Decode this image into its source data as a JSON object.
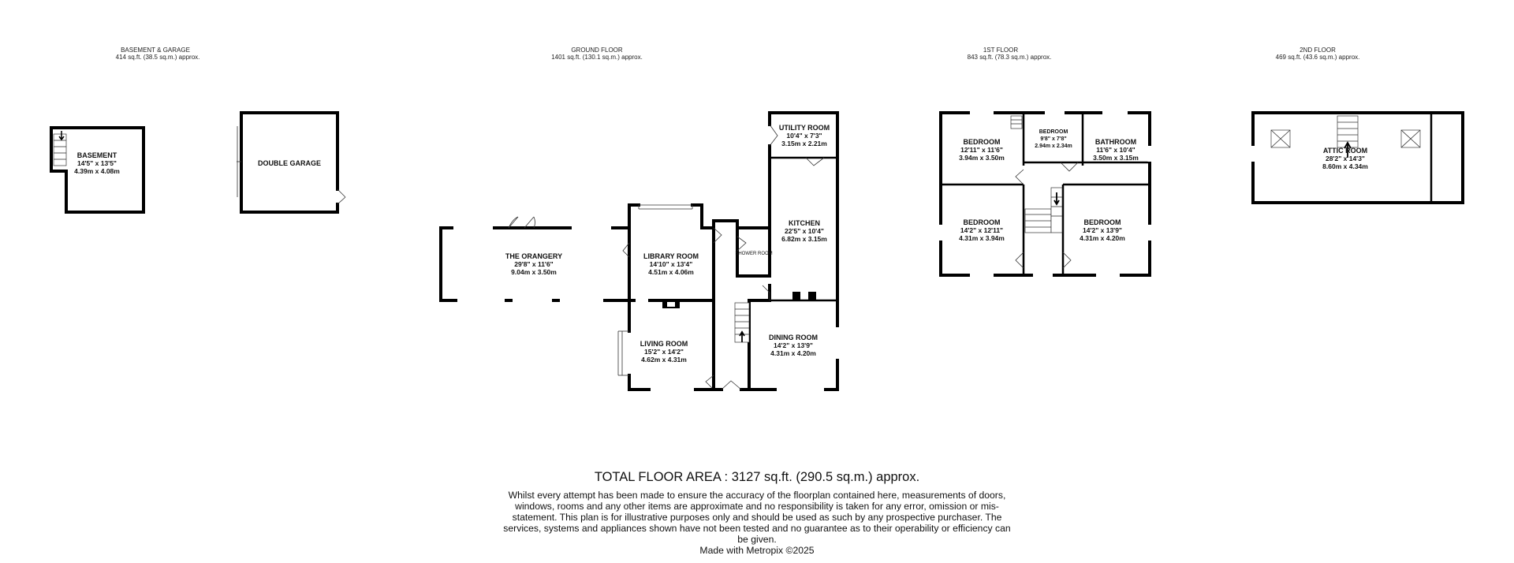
{
  "sections": [
    {
      "title": "BASEMENT & GARAGE",
      "area": "414 sq.ft. (38.5 sq.m.) approx."
    },
    {
      "title": "GROUND FLOOR",
      "area": "1401 sq.ft. (130.1 sq.m.) approx."
    },
    {
      "title": "1ST FLOOR",
      "area": "843 sq.ft. (78.3 sq.m.) approx."
    },
    {
      "title": "2ND FLOOR",
      "area": "469 sq.ft. (43.6 sq.m.) approx."
    }
  ],
  "rooms": {
    "basement": {
      "name": "BASEMENT",
      "imperial": "14'5\"  x 13'5\"",
      "metric": "4.39m  x 4.08m"
    },
    "garage": {
      "name": "DOUBLE GARAGE"
    },
    "orangery": {
      "name": "THE ORANGERY",
      "imperial": "29'8\"  x 11'6\"",
      "metric": "9.04m  x 3.50m"
    },
    "library": {
      "name": "LIBRARY ROOM",
      "imperial": "14'10\"  x 13'4\"",
      "metric": "4.51m  x 4.06m"
    },
    "living": {
      "name": "LIVING ROOM",
      "imperial": "15'2\"  x 14'2\"",
      "metric": "4.62m  x 4.31m"
    },
    "utility": {
      "name": "UTILITY ROOM",
      "imperial": "10'4\"  x 7'3\"",
      "metric": "3.15m  x 2.21m"
    },
    "kitchen": {
      "name": "KITCHEN",
      "imperial": "22'5\"  x 10'4\"",
      "metric": "6.82m  x 3.15m"
    },
    "shower": {
      "name": "SHOWER ROOM"
    },
    "dining": {
      "name": "DINING ROOM",
      "imperial": "14'2\"  x 13'9\"",
      "metric": "4.31m  x 4.20m"
    },
    "bed1": {
      "name": "BEDROOM",
      "imperial": "12'11\"  x 11'6\"",
      "metric": "3.94m  x 3.50m"
    },
    "bed_small": {
      "name": "BEDROOM",
      "imperial": "9'8\"  x 7'8\"",
      "metric": "2.94m  x 2.34m"
    },
    "bathroom": {
      "name": "BATHROOM",
      "imperial": "11'6\"  x 10'4\"",
      "metric": "3.50m  x 3.15m"
    },
    "bed2": {
      "name": "BEDROOM",
      "imperial": "14'2\"  x 12'11\"",
      "metric": "4.31m  x 3.94m"
    },
    "bed3": {
      "name": "BEDROOM",
      "imperial": "14'2\"  x 13'9\"",
      "metric": "4.31m  x 4.20m"
    },
    "attic": {
      "name": "ATTIC ROOM",
      "imperial": "28'2\"  x 14'3\"",
      "metric": "8.60m  x 4.34m"
    }
  },
  "footer": {
    "total": "TOTAL FLOOR AREA : 3127 sq.ft. (290.5 sq.m.) approx.",
    "disclaimer": "Whilst every attempt has been made to ensure the accuracy of the floorplan contained here, measurements of doors, windows, rooms and any other items are approximate and no responsibility is taken for any error, omission or mis-statement. This plan is for illustrative purposes only and should be used as such by any prospective purchaser. The services, systems and appliances shown have not been tested and no guarantee as to their operability or efficiency can be given.",
    "credit": "Made with Metropix ©2025"
  }
}
